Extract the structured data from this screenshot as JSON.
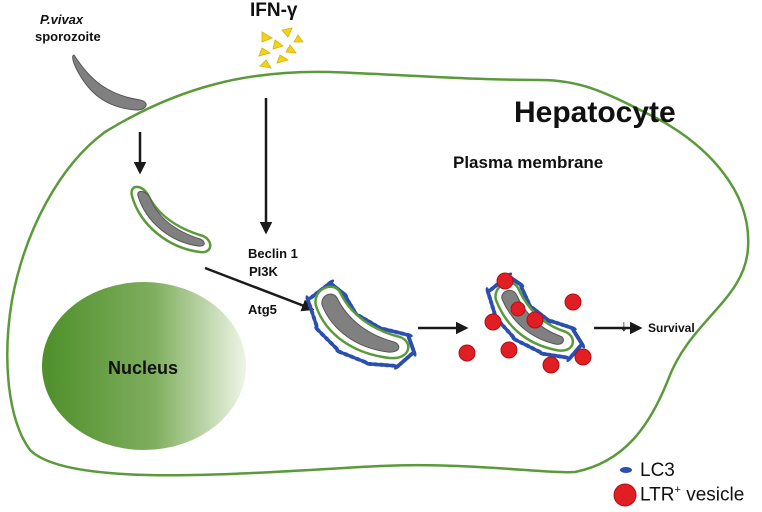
{
  "labels": {
    "sporozoite_species": "P.vivax",
    "sporozoite": "sporozoite",
    "ifn": "IFN-γ",
    "hepatocyte": "Hepatocyte",
    "plasma_membrane": "Plasma membrane",
    "beclin": "Beclin 1",
    "pi3k": "PI3K",
    "atg5": "Atg5",
    "nucleus": "Nucleus",
    "down_arrow": "↓",
    "survival": "Survival"
  },
  "legend": {
    "lc3": "LC3",
    "ltr_prefix": "LTR",
    "ltr_sup": "+",
    "ltr_suffix": " vesicle"
  },
  "colors": {
    "membrane": "#5a9a3a",
    "parasite": "#808080",
    "lc3": "#2a4fb0",
    "ltr": "#e01e24",
    "ifn": "#f2d21e",
    "nucleus_dark": "#4e8f2a",
    "nucleus_light": "#eef5e6"
  }
}
